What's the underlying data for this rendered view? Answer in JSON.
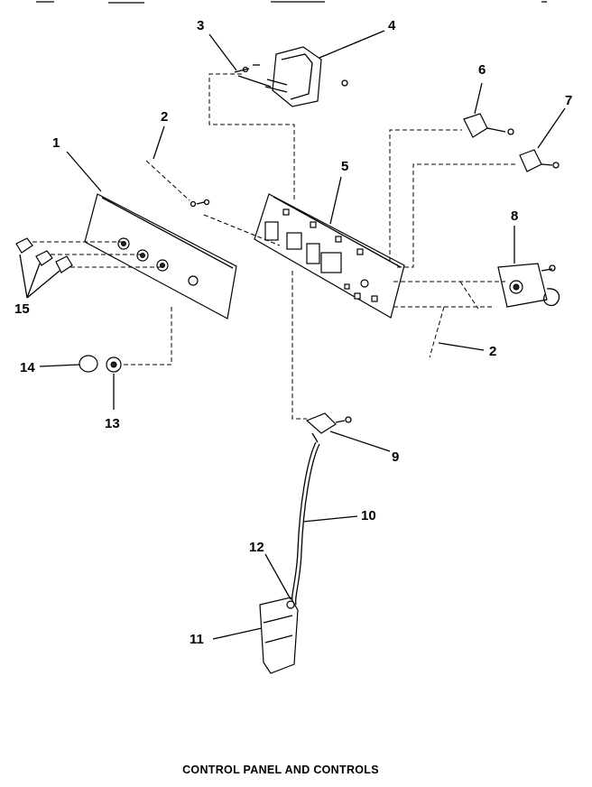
{
  "caption": "CONTROL PANEL AND CONTROLS",
  "callouts": {
    "c1": "1",
    "c2a": "2",
    "c2b": "2",
    "c3": "3",
    "c4": "4",
    "c5": "5",
    "c6": "6",
    "c7": "7",
    "c8": "8",
    "c9": "9",
    "c10": "10",
    "c11": "11",
    "c12": "12",
    "c13": "13",
    "c14": "14",
    "c15": "15"
  }
}
